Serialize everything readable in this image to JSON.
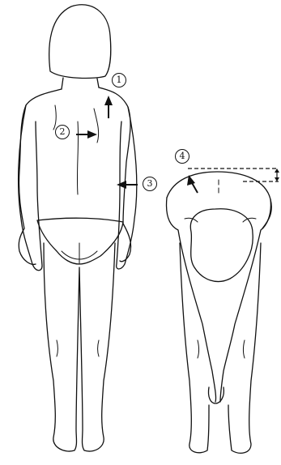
{
  "markers": [
    {
      "id": "1",
      "label": "1"
    },
    {
      "id": "2",
      "label": "2"
    },
    {
      "id": "3",
      "label": "3"
    },
    {
      "id": "4",
      "label": "4"
    }
  ],
  "icons": [
    "shoulder-arrow-icon",
    "scapula-arrow-icon",
    "waist-arrow-icon",
    "rib-hump-arrow-icon",
    "hump-height-bracket-icon"
  ]
}
